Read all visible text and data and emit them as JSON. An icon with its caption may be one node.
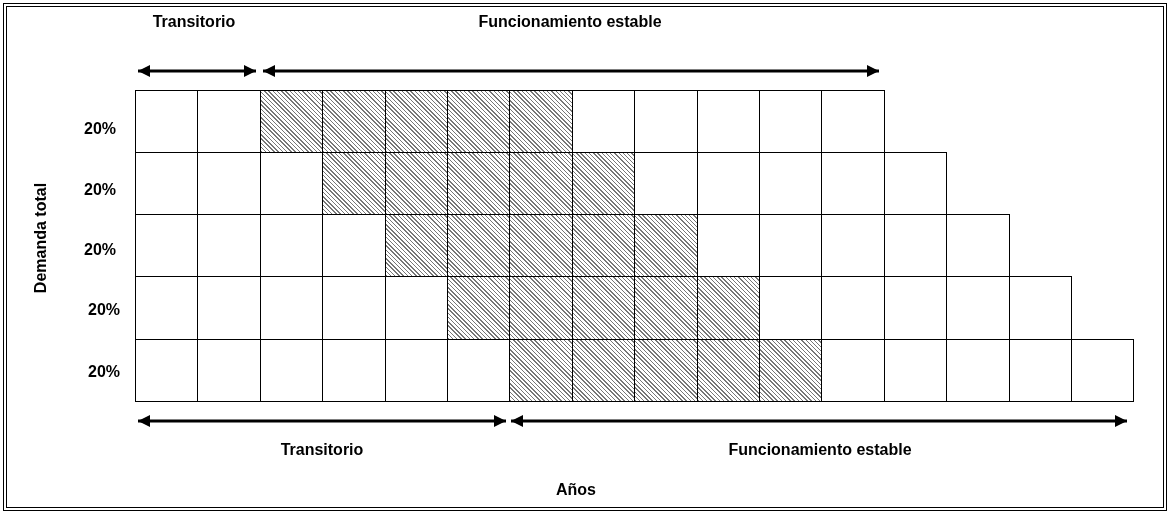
{
  "diagram": {
    "labels": [
      "Transitorio",
      "Funcionamiento estable",
      "20%",
      "20%",
      "20%",
      "20%",
      "20%",
      "Demanda total",
      "Transitorio",
      "Funcionamiento estable",
      "Años"
    ]
  }
}
